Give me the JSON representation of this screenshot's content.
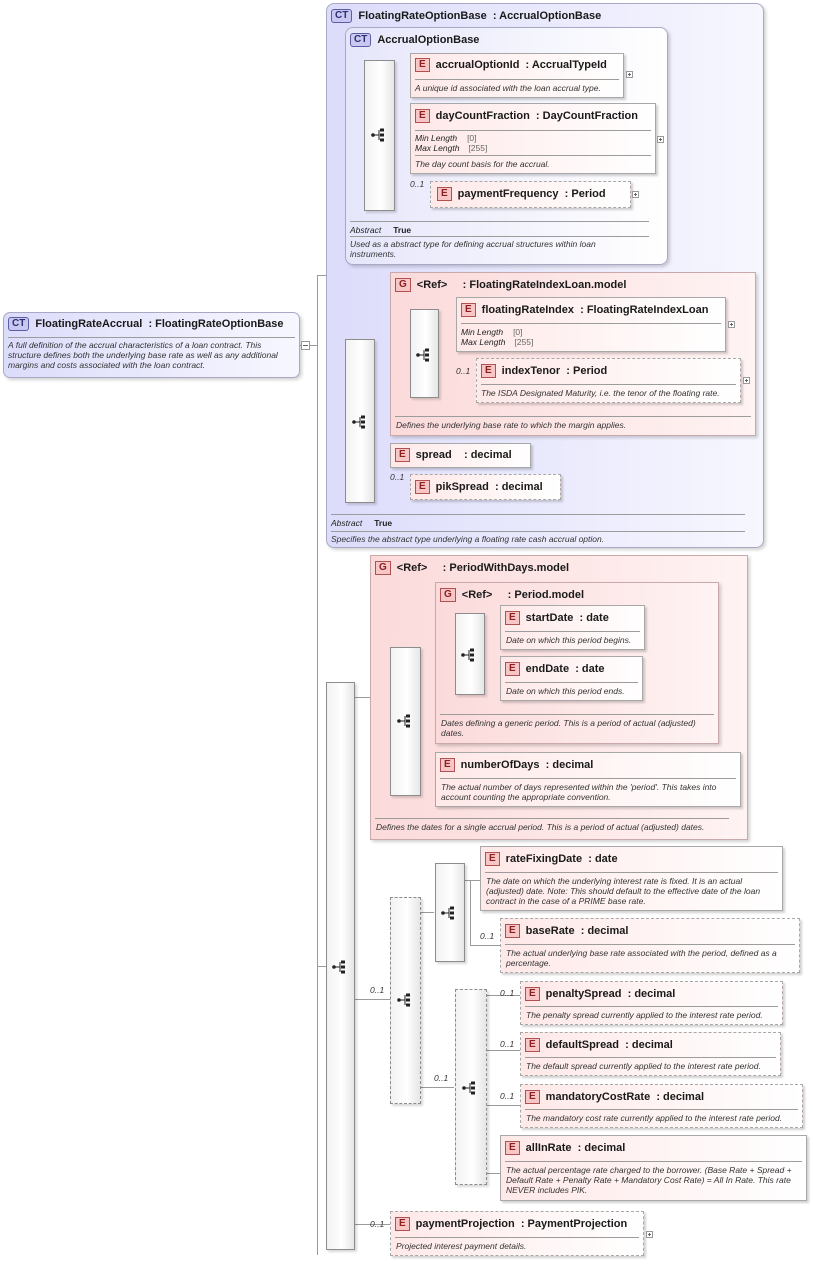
{
  "root": {
    "badge": "CT",
    "name": "FloatingRateAccrual",
    "type": ": FloatingRateOptionBase",
    "description": "A full definition of the accrual characteristics of a loan contract. This structure defines both the underlying base rate as well as any additional margins and costs associated with the loan contract."
  },
  "base": {
    "badge": "CT",
    "name": "FloatingRateOptionBase",
    "type": ": AccrualOptionBase",
    "abstract_label": "Abstract",
    "abstract_value": "True",
    "description": "Specifies the abstract type underlying a floating rate cash accrual option."
  },
  "accrual_base": {
    "badge": "CT",
    "name": "AccrualOptionBase",
    "abstract_label": "Abstract",
    "abstract_value": "True",
    "description": "Used as a abstract type for defining accrual structures within loan instruments."
  },
  "elements": {
    "accrualOptionId": {
      "badge": "E",
      "name": "accrualOptionId",
      "type": ": AccrualTypeId",
      "description": "A unique id associated with the loan accrual type."
    },
    "dayCountFraction": {
      "badge": "E",
      "name": "dayCountFraction",
      "type": ": DayCountFraction",
      "min_label": "Min Length",
      "min_value": "[0]",
      "max_label": "Max Length",
      "max_value": "[255]",
      "description": "The day count basis for the accrual."
    },
    "paymentFrequency": {
      "badge": "E",
      "name": "paymentFrequency",
      "type": ": Period",
      "card": "0..1"
    },
    "floatingRateIndex": {
      "badge": "E",
      "name": "floatingRateIndex",
      "type": ": FloatingRateIndexLoan",
      "min_label": "Min Length",
      "min_value": "[0]",
      "max_label": "Max Length",
      "max_value": "[255]"
    },
    "indexTenor": {
      "badge": "E",
      "name": "indexTenor",
      "type": ": Period",
      "card": "0..1",
      "description": "The ISDA Designated Maturity, i.e. the tenor of the floating rate."
    },
    "spread": {
      "badge": "E",
      "name": "spread",
      "type": ": decimal"
    },
    "pikSpread": {
      "badge": "E",
      "name": "pikSpread",
      "type": ": decimal",
      "card": "0..1"
    },
    "startDate": {
      "badge": "E",
      "name": "startDate",
      "type": ": date",
      "description": "Date on which this period begins."
    },
    "endDate": {
      "badge": "E",
      "name": "endDate",
      "type": ": date",
      "description": "Date on which this period ends."
    },
    "numberOfDays": {
      "badge": "E",
      "name": "numberOfDays",
      "type": ": decimal",
      "description": "The actual number of days represented within the 'period'. This takes into account counting the appropriate convention."
    },
    "rateFixingDate": {
      "badge": "E",
      "name": "rateFixingDate",
      "type": ": date",
      "description": "The date on which the underlying interest rate is fixed. It is an actual (adjusted) date. Note: This should default to the effective date of the loan contract in the case of a PRIME base rate."
    },
    "baseRate": {
      "badge": "E",
      "name": "baseRate",
      "type": ": decimal",
      "card": "0..1",
      "description": "The actual underlying base rate associated with the period, defined as a percentage."
    },
    "penaltySpread": {
      "badge": "E",
      "name": "penaltySpread",
      "type": ": decimal",
      "card": "0..1",
      "description": "The penalty spread currently applied to the interest rate period."
    },
    "defaultSpread": {
      "badge": "E",
      "name": "defaultSpread",
      "type": ": decimal",
      "card": "0..1",
      "description": "The default spread currently applied to the interest rate period."
    },
    "mandatoryCostRate": {
      "badge": "E",
      "name": "mandatoryCostRate",
      "type": ": decimal",
      "card": "0..1",
      "description": "The mandatory cost rate currently applied to the interest rate period."
    },
    "allInRate": {
      "badge": "E",
      "name": "allInRate",
      "type": ": decimal",
      "description": "The actual percentage rate charged to the borrower. (Base Rate + Spread + Default Rate + Penalty Rate + Mandatory Cost Rate) = All In Rate. This rate NEVER includes PIK."
    },
    "paymentProjection": {
      "badge": "E",
      "name": "paymentProjection",
      "type": ": PaymentProjection",
      "card": "0..1",
      "description": "Projected interest payment details."
    }
  },
  "groups": {
    "floatingRateIndexLoanModel": {
      "badge": "G",
      "ref": "<Ref>",
      "name": ": FloatingRateIndexLoan.model",
      "description": "Defines the underlying base rate to which the margin applies."
    },
    "periodWithDaysModel": {
      "badge": "G",
      "ref": "<Ref>",
      "name": ": PeriodWithDays.model",
      "description": "Defines the dates for a single accrual period. This is a period of actual (adjusted) dates."
    },
    "periodModel": {
      "badge": "G",
      "ref": "<Ref>",
      "name": ": Period.model",
      "description": "Dates defining a generic period. This is a period of actual (adjusted) dates."
    }
  },
  "cardinalities": {
    "rate_sequence": "0..1",
    "spreads_sequence": "0..1"
  },
  "colors": {
    "complex_type_fill": "#dcdcfb",
    "element_fill": "#ffe8e8",
    "group_fill": "#fbdada",
    "badge_element": "#f7c6c6",
    "badge_complex_type": "#c8c8f2"
  }
}
